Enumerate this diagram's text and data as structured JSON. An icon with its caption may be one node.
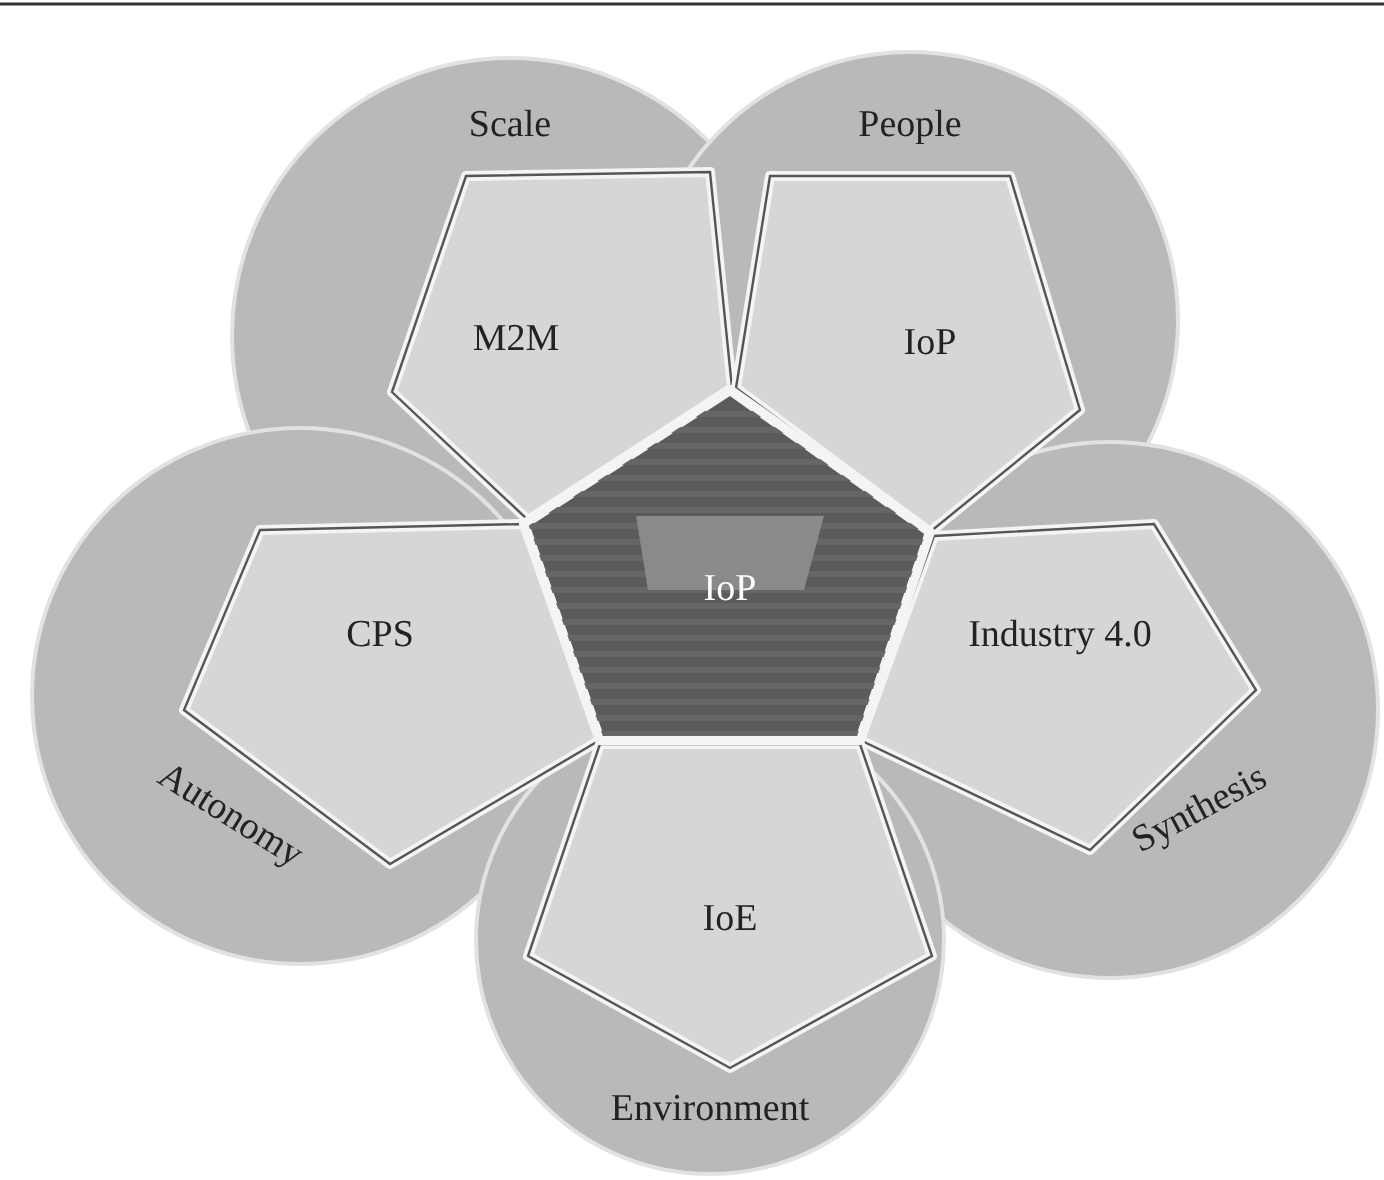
{
  "diagram": {
    "nodes": [
      {
        "text": [
          "Scale"
        ]
      },
      {
        "text": [
          "People"
        ]
      },
      {
        "text": [
          "M2M"
        ],
        "in": 0
      },
      {
        "text": [
          "IoP"
        ],
        "in": 1
      },
      {
        "text": [
          "IoP"
        ]
      },
      {
        "text": [
          "CPS"
        ],
        "in": 7
      },
      {
        "text": [
          "Industry 4.0"
        ],
        "in": 8
      },
      {
        "text": [
          "Autonomy"
        ]
      },
      {
        "text": [
          "Synthesis"
        ]
      },
      {
        "text": [
          "IoE"
        ],
        "in": 10
      },
      {
        "text": [
          "Environment"
        ]
      }
    ],
    "edges": []
  }
}
